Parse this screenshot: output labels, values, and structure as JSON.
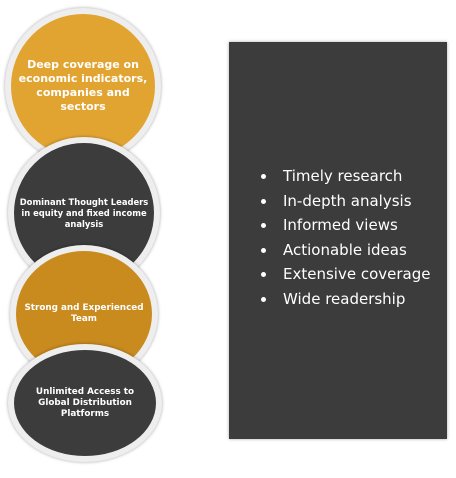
{
  "colors": {
    "gold": "#e2a431",
    "dark_gold": "#c98a1e",
    "charcoal": "#3c3c3c",
    "circle_border": "#eeeeee",
    "text": "#ffffff"
  },
  "circles": [
    {
      "label": "Deep coverage on economic indicators, companies and sectors",
      "color": "#e2a431"
    },
    {
      "label": "Dominant Thought Leaders in equity and fixed income analysis",
      "color": "#3c3c3c"
    },
    {
      "label": "Strong and Experienced Team",
      "color": "#c98a1e"
    },
    {
      "label": "Unlimited Access to Global Distribution Platforms",
      "color": "#3c3c3c"
    }
  ],
  "panel": {
    "bullets": [
      "Timely research",
      "In-depth analysis",
      "Informed views",
      "Actionable ideas",
      "Extensive coverage",
      "Wide readership"
    ]
  }
}
